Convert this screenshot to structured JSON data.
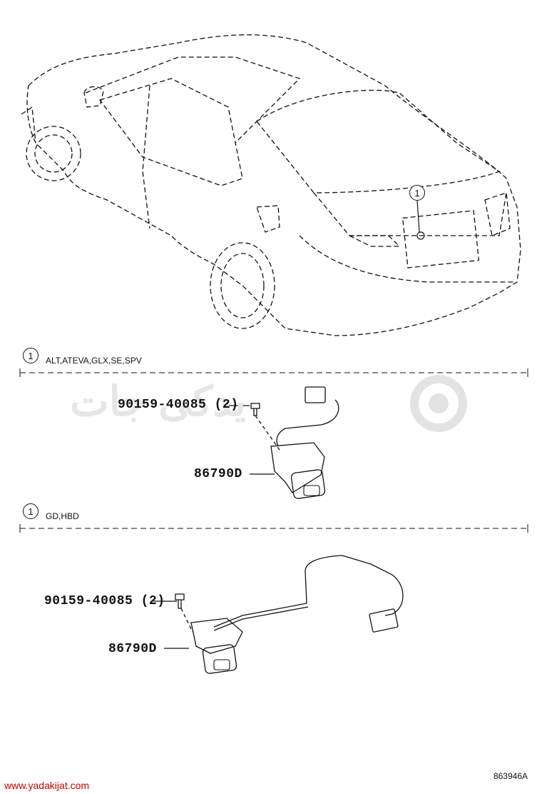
{
  "diagram": {
    "car_callout": "1",
    "sections": [
      {
        "callout": "1",
        "title": "ALT,ATEVA,GLX,SE,SPV",
        "screw_label": "90159-40085 (2)",
        "camera_label": "86790D"
      },
      {
        "callout": "1",
        "title": "GD,HBD",
        "screw_label": "90159-40085 (2)",
        "camera_label": "86790D"
      }
    ],
    "diagram_code": "863946A"
  },
  "watermark": {
    "site": "www.yadakijat.com",
    "logo_text": "یدکی جات"
  },
  "colors": {
    "line": "#111111",
    "watermark": "#e3e3e3",
    "footer_link": "#cc0000"
  }
}
